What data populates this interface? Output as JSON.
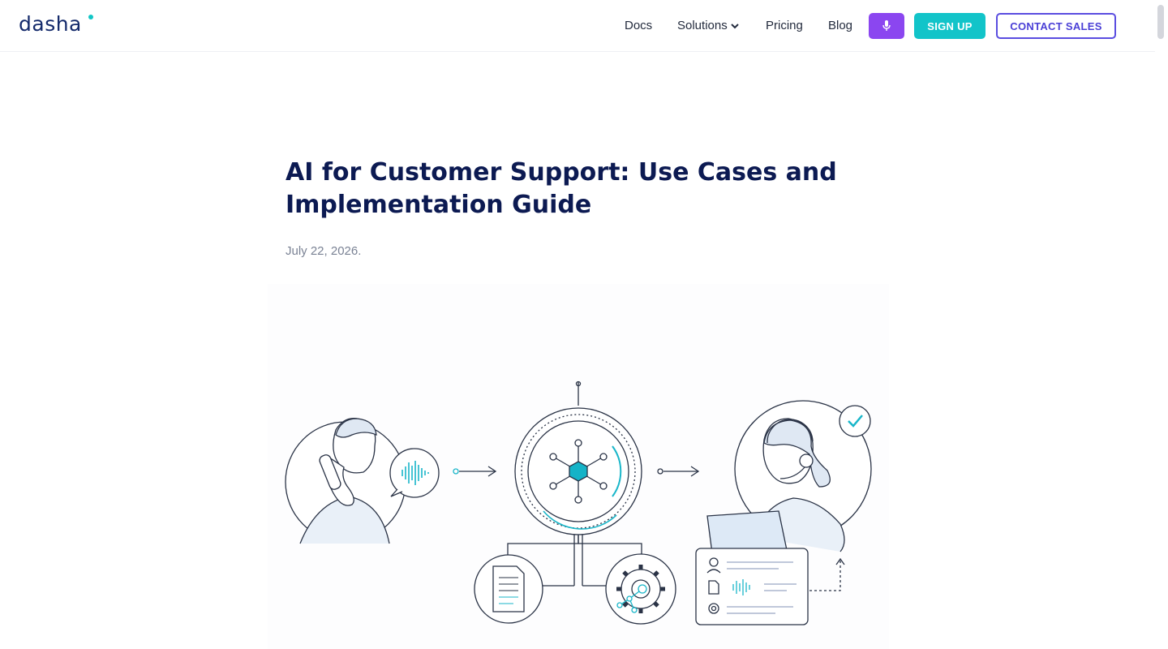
{
  "brand": {
    "logo_text": "dasha"
  },
  "nav": {
    "docs": "Docs",
    "solutions": "Solutions",
    "pricing": "Pricing",
    "blog": "Blog",
    "signup": "SIGN UP",
    "contact_sales": "CONTACT SALES"
  },
  "colors": {
    "accent_teal": "#12c4c9",
    "accent_purple": "#8b46f0",
    "title_navy": "#0c1a52"
  },
  "article": {
    "title": "AI for Customer Support: Use Cases and Implementation Guide",
    "date": "July 22, 2026."
  },
  "hero": {
    "icons": [
      "customer-icon",
      "voice-wave-icon",
      "ai-hub-icon",
      "document-icon",
      "gear-icon",
      "agent-icon",
      "checkmark-icon",
      "laptop-icon"
    ]
  }
}
